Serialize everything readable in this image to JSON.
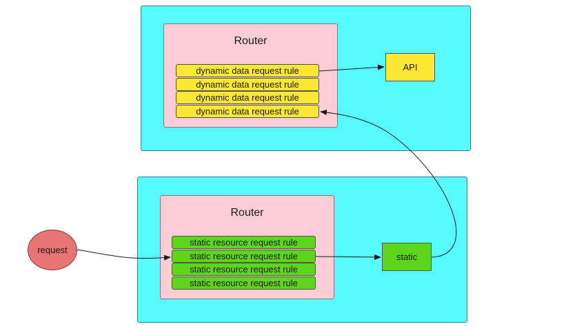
{
  "top_router": {
    "title": "Router",
    "rules": [
      "dynamic data request rule",
      "dynamic data request rule",
      "dynamic data request rule",
      "dynamic data request rule"
    ]
  },
  "bottom_router": {
    "title": "Router",
    "rules": [
      "static resource request rule",
      "static resource request rule",
      "static resource request rule",
      "static resource request rule"
    ]
  },
  "nodes": {
    "api": "API",
    "static": "static",
    "request": "request"
  },
  "colors": {
    "panel": "#55fbff",
    "router": "#fbcdd6",
    "dynamic_rule": "#ffe734",
    "static_rule": "#5cd51b",
    "request": "#e87474"
  }
}
